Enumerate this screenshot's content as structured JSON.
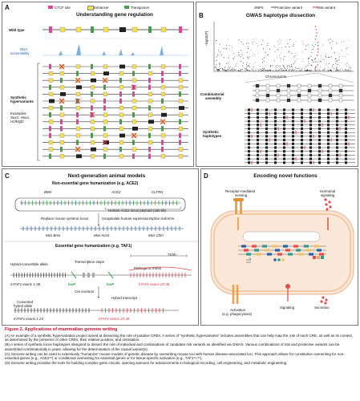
{
  "panel_a": {
    "letter": "A",
    "title": "Understanding gene regulation",
    "legend": [
      {
        "label": "CTCF site",
        "color": "#e0449a"
      },
      {
        "label": "Enhancer",
        "color": "#f5e14c"
      },
      {
        "label": "Transposon",
        "color": "#43a047"
      }
    ],
    "wild_type": "Wild type",
    "dna_access": "DNA",
    "dna_access2": "accessibility",
    "synthetic": "Synthetic",
    "synthetic2": "hypervariants",
    "examples": "Examples:",
    "examples2": "Sox2, Hoxa,",
    "examples3": "H19/Igf2"
  },
  "panel_b": {
    "letter": "B",
    "title": "GWAS haplotype dissection",
    "legend_snps": "SNPs:",
    "legend_protective": "Protective variant",
    "legend_risk": "Risk variant",
    "ylabel": "−log10(P)",
    "xlabel": "Chromosome",
    "combinatorial": "Combinatorial",
    "combinatorial2": "assembly",
    "synthetic": "Synthetic",
    "synthetic2": "haplotypes"
  },
  "panel_c": {
    "letter": "C",
    "title": "Next-generation animal models",
    "nonessential": "Non-essential gene humanization (e.g. ACE2)",
    "bmx": "BMX",
    "ace2": "ACE2",
    "cltrn": "CLTRN",
    "payload": "Human ACE2 locus payload (180 kb)",
    "replace": "Replace mouse syntenic locus",
    "recap": "recapitulate human expression/splice isoforms",
    "mus_bmx": "Mus Bmx",
    "mus_ace2": "Mus Ace2",
    "mus_cltrn": "Mus Cltrn",
    "essential": "Essential gene humanization (e.g. TAF1)",
    "kb78": "78 kb",
    "hybrid_conv": "Hybrid-convertible allele",
    "stops": "Transcription stops",
    "intron": "Pathogenic intron",
    "mtaf1": "mTAF1 exons 1-38",
    "loxp1": "loxP",
    "loxp2": "loxP",
    "htaf1": "hTAF1 exons 25-38",
    "cre": "Cre excision",
    "converted": "Converted",
    "converted2": "hybrid allele",
    "hybrid_tx": "Hybrid transcript",
    "mtaf1b": "mTAF1 exons 1-24",
    "htaf1b": "hTAF1 exons 25-38"
  },
  "panel_d": {
    "letter": "D",
    "title": "Encoding novel functions",
    "receptor": "Receptor-mediated",
    "receptor2": "sensing",
    "hormonal": "Hormonal",
    "hormonal2": "signaling",
    "circuits": "Synthetic multi-gene circuits",
    "change": "Change",
    "change2": "cell state",
    "metabolic": "Metabolic",
    "metabolic2": "engineering",
    "bio": "Biological",
    "bio2": "recording",
    "activation": "Activation",
    "activation2": "(e.g. phagocytosis)",
    "signaling": "Signaling",
    "secretion": "Secretion"
  },
  "caption": {
    "title": "Figure 2.  Applications of mammalian genome writing",
    "a": "(A) An example of a synthetic hypervariation project aimed at dissecting the role of putative CREs. A series of “synthetic hypervariants” includes assemblies that can help map the role of each CRE, as well as its context, as determined by the presence of other CREs, their relative position, and orientation.",
    "b": "(B) A series of synthetic locus haplotypes designed to dissect the role of individual and combinations of candidate risk variants as identified via GWAS. Various combinations of risk and protective variants can be assembled combinatorially in yeast, allowing for the determination of the causal variant(s).",
    "c": "(C) Genome writing can be used to extensively “humanize” mouse models of genetic disease by overwriting mouse loci with human disease-associated loci. This approach allows for constitutive overwriting for non-essential genes (e.g., ACE2⁷⁸) or conditional overwriting for essential genes or for tissue-specific activation (e.g., TAF1⁷⁸,⁸¹).",
    "d": "(D) Genome writing provides the tools for building complex gene circuits, opening avenues for advancements in biological recording, cell engineering, and metabolic engineering."
  }
}
